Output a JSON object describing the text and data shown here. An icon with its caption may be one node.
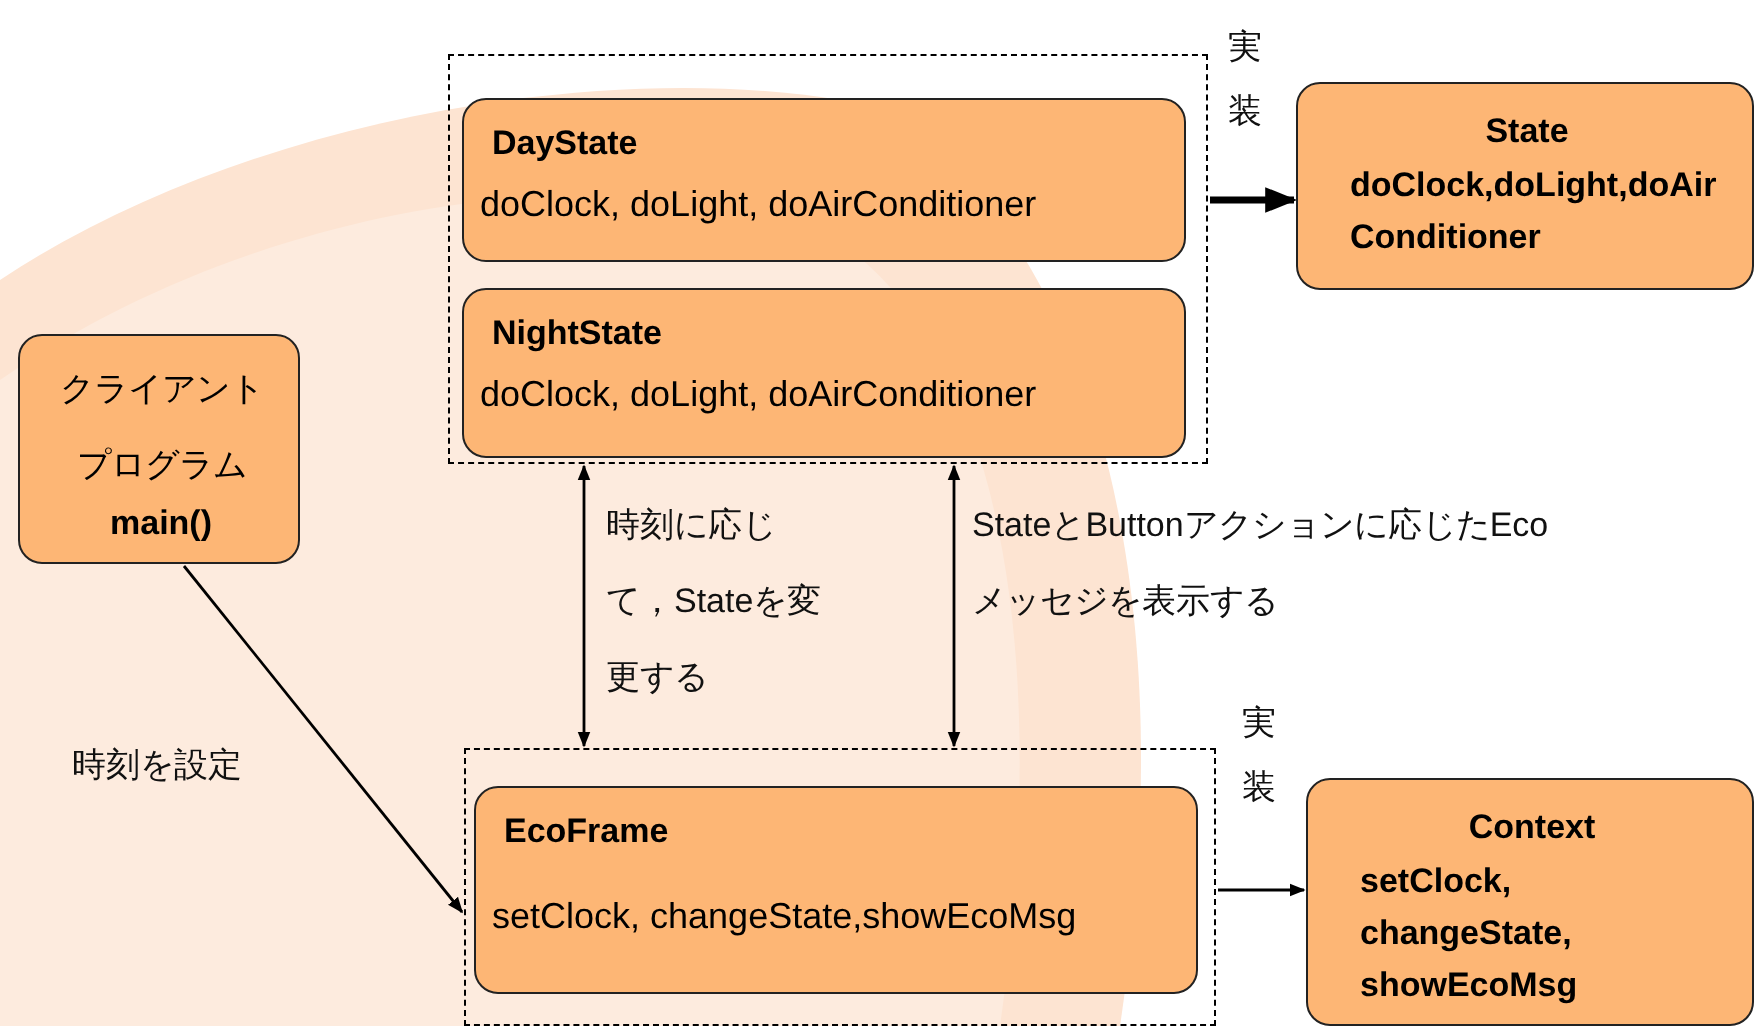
{
  "diagram": {
    "nodes": [
      {
        "text": [],
        "shape": "box"
      },
      {
        "text": [
          "DayState",
          "doClock, doLight, doAirConditioner"
        ],
        "in": 0
      },
      {
        "text": [
          "NightState",
          "doClock, doLight, doAirConditioner"
        ],
        "in": 0
      },
      {
        "text": [
          "State",
          "doClock,doLight,doAirConditioner"
        ]
      },
      {
        "text": [
          "クライアントプログラム",
          "main()"
        ]
      },
      {
        "text": [],
        "shape": "box"
      },
      {
        "text": [
          "EcoFrame",
          "setClock, changeState,showEcoMsg"
        ],
        "in": 5
      },
      {
        "text": [
          "Context",
          "setClock, changeState, showEcoMsg"
        ]
      }
    ],
    "edges": [
      {
        "from": 0,
        "to": 3,
        "arrow": "to",
        "label": "実装",
        "style": "thick"
      },
      {
        "from": 4,
        "to": 5,
        "arrow": "to",
        "label": "時刻を設定"
      },
      {
        "from": 0,
        "to": 5,
        "arrow": "both",
        "label": "時刻に応じて，Stateを変更する"
      },
      {
        "from": 0,
        "to": 5,
        "arrow": "both",
        "label": "StateとButtonアクションに応じたEcoメッセジを表示する"
      },
      {
        "from": 5,
        "to": 7,
        "arrow": "to",
        "label": "実装"
      }
    ]
  }
}
